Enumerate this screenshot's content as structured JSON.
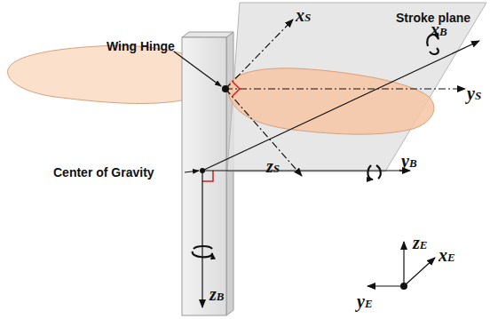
{
  "diagram": {
    "labels": [
      "Stroke plane",
      "Wing Hinge",
      "Center of Gravity",
      "xS",
      "yS",
      "zS",
      "xB",
      "yB",
      "zB",
      "zE",
      "xE",
      "yE"
    ]
  }
}
